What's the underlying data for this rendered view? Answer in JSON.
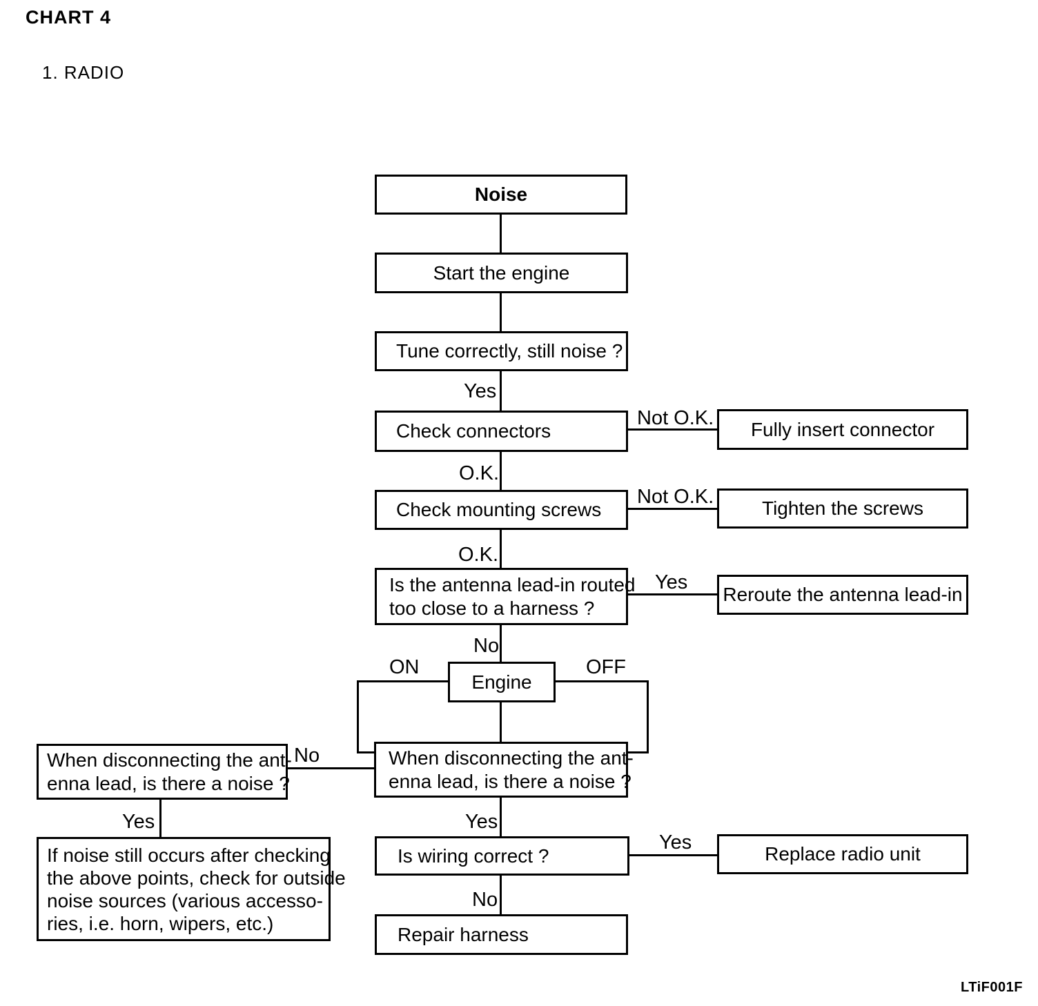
{
  "page": {
    "title": "CHART 4",
    "subtitle": "1. RADIO",
    "footer_code": "LTiF001F"
  },
  "labels": {
    "yes": "Yes",
    "no": "No",
    "ok": "O.K.",
    "not_ok": "Not O.K.",
    "on": "ON",
    "off": "OFF"
  },
  "nodes": {
    "noise": {
      "label": "Noise"
    },
    "start_engine": {
      "label": "Start the engine"
    },
    "tune": {
      "label": "Tune correctly, still noise ?"
    },
    "check_connectors": {
      "label": "Check connectors"
    },
    "fully_insert": {
      "label": "Fully insert connector"
    },
    "check_screws": {
      "label": "Check mounting screws"
    },
    "tighten_screws": {
      "label": "Tighten the screws"
    },
    "antenna_routed": {
      "line1": "Is the antenna lead-in routed",
      "line2": "too close to a harness ?"
    },
    "reroute": {
      "label": "Reroute the antenna lead-in"
    },
    "engine": {
      "label": "Engine"
    },
    "disconnect_center": {
      "line1": "When disconnecting  the ant-",
      "line2": "enna lead, is there a noise ?"
    },
    "disconnect_left": {
      "line1": "When disconnecting the ant-",
      "line2": "enna lead, is there a noise ?"
    },
    "outside_noise_note": {
      "line1": "If noise still occurs after checking",
      "line2": "the above points, check for outside",
      "line3": "noise sources (various accesso-",
      "line4": "ries, i.e. horn, wipers, etc.)"
    },
    "wiring_correct": {
      "label": "Is wiring correct ?"
    },
    "replace_radio": {
      "label": "Replace radio unit"
    },
    "repair_harness": {
      "label": "Repair harness"
    }
  }
}
